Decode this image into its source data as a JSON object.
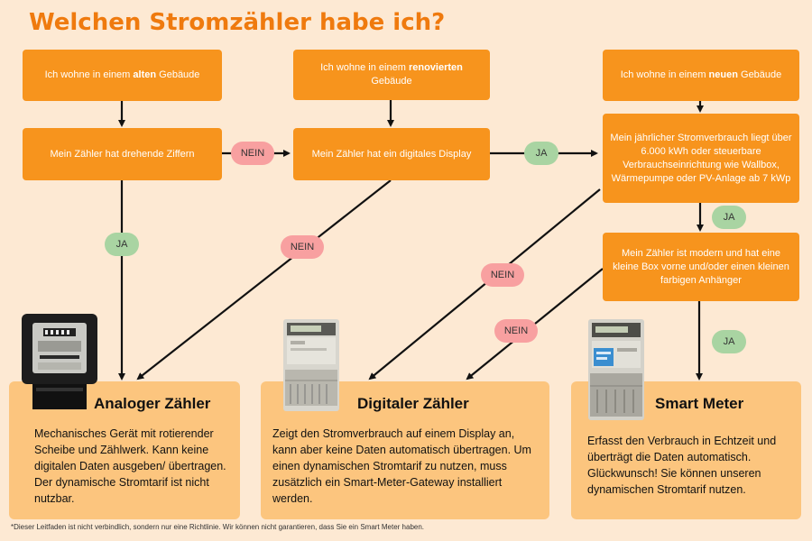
{
  "title": "Welchen Stromzähler habe ich?",
  "start_boxes": {
    "old": {
      "pre": "Ich wohne in einem ",
      "bold": "alten",
      "post": " Gebäude"
    },
    "renovated": {
      "pre": "Ich wohne in einem ",
      "bold": "renovierten",
      "post": " Gebäude"
    },
    "new": {
      "pre": "Ich wohne in einem ",
      "bold": "neuen",
      "post": " Gebäude"
    }
  },
  "question_boxes": {
    "rotating": "Mein Zähler hat drehende Ziffern",
    "display": "Mein Zähler hat ein digitales Display",
    "consumption": "Mein jährlicher Stromverbrauch liegt über 6.000 kWh oder steuerbare Verbrauchseinrichtung wie Wallbox, Wärmepumpe oder PV-Anlage ab 7 kWp",
    "modern": "Mein Zähler ist modern und hat eine kleine Box vorne und/oder einen kleinen farbigen Anhänger"
  },
  "labels": {
    "yes": "JA",
    "no": "NEIN"
  },
  "results": {
    "analog": {
      "title": "Analoger Zähler",
      "text": "Mechanisches Gerät mit rotierender Scheibe und Zählwerk. Kann keine digitalen Daten ausgeben/ übertragen. Der dynamische Stromtarif ist nicht nutzbar."
    },
    "digital": {
      "title": "Digitaler Zähler",
      "text": "Zeigt den Stromverbrauch auf einem Display an, kann aber keine Daten automatisch übertragen. Um einen dynamischen Stromtarif zu nutzen, muss zusätzlich ein Smart-Meter-Gateway installiert werden."
    },
    "smart": {
      "title": "Smart Meter",
      "text": "Erfasst den Verbrauch in Echtzeit und überträgt die Daten automatisch. Glückwunsch! Sie können unseren dynamischen Stromtarif nutzen."
    }
  },
  "footnote": "*Dieser Leitfaden ist nicht verbindlich, sondern nur eine Richtlinie. Wir können nicht garantieren, dass Sie ein Smart Meter haben.",
  "colors": {
    "background": "#fde9d3",
    "title": "#ef7a0e",
    "box": "#f7941d",
    "card": "#fcc57e",
    "yes": "#a9d4a2",
    "no": "#f8a0a0"
  }
}
